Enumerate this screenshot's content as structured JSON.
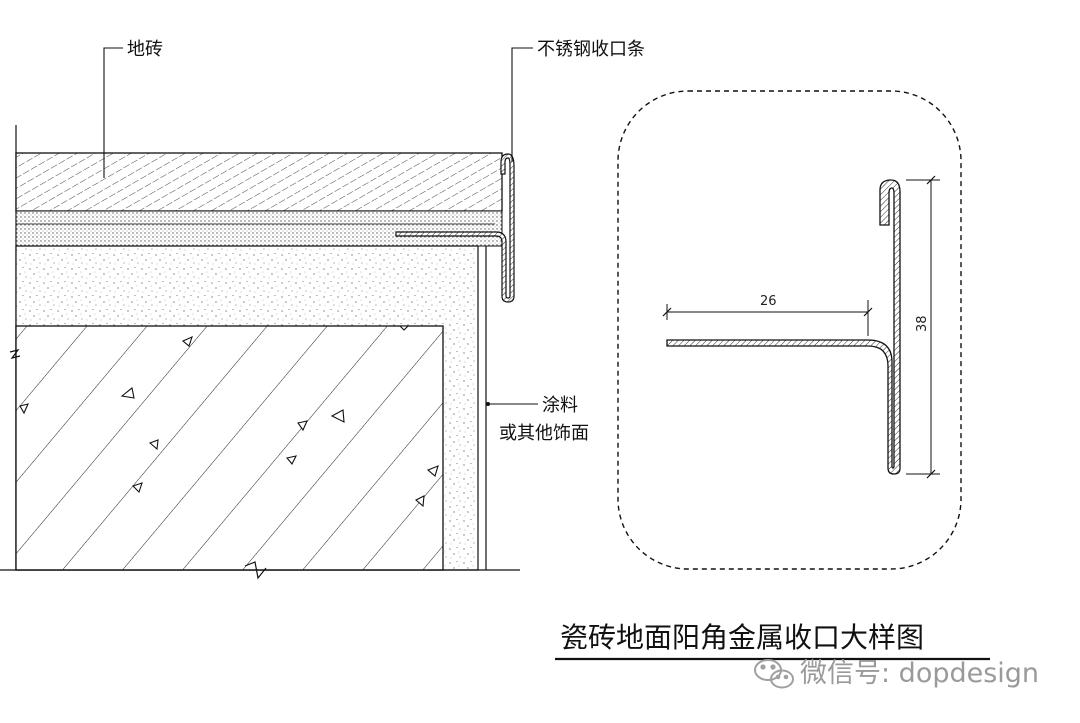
{
  "labels": {
    "floor_tile": "地砖",
    "stainless_strip": "不锈钢收口条",
    "paint_line1": "涂料",
    "paint_line2": "或其他饰面"
  },
  "detail": {
    "dim_horizontal": "26",
    "dim_vertical": "38"
  },
  "title": "瓷砖地面阳角金属收口大样图",
  "watermark": "微信号: dopdesign",
  "colors": {
    "line": "#111111",
    "watermark": "#9a9a9a"
  }
}
